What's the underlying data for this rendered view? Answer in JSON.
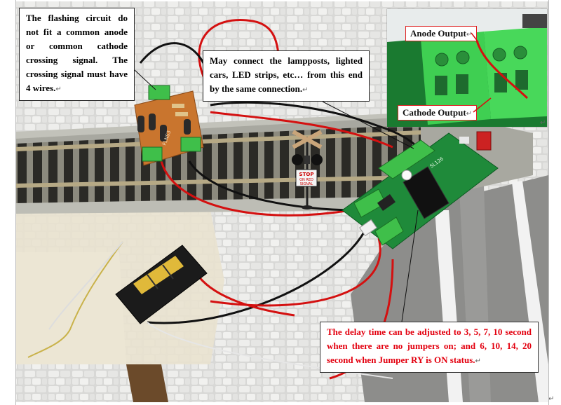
{
  "callouts": {
    "crossing_note": "The flashing circuit do not fit a common anode or common cathode crossing signal. The crossing signal must have 4 wires.",
    "connection_note": "May connect the lampposts, lighted cars, LED strips, etc… from this end by the same connection.",
    "delay_note": "The delay time can be adjusted to 3, 5, 7, 10 second when there are no jumpers on; and 6, 10, 14, 20 second when Jumper RY is ON status."
  },
  "inset": {
    "anode_label": "Anode Output",
    "cathode_label": "Cathode Output"
  },
  "sign": {
    "line1": "STOP",
    "line2": "ON RED",
    "line3": "SIGNAL"
  },
  "pcb_small_label": "FLNS3",
  "pcb_main_label": "SL126",
  "end_mark": "↵",
  "colors": {
    "callout_red_text": "#e3000f",
    "pcb_green": "#1f8a3a",
    "terminal_green": "#3fbf4a",
    "wire_red": "#d41010",
    "wire_black": "#111111"
  }
}
